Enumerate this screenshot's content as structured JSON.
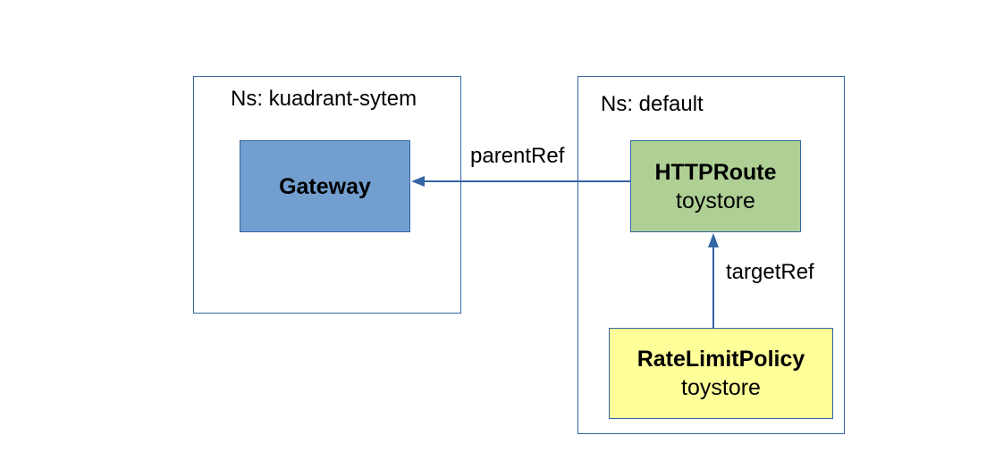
{
  "namespaces": {
    "left": {
      "label": "Ns: kuadrant-sytem"
    },
    "right": {
      "label": "Ns: default"
    }
  },
  "nodes": {
    "gateway": {
      "kind": "Gateway",
      "color": "#729fcf"
    },
    "httproute": {
      "kind": "HTTPRoute",
      "name": "toystore",
      "color": "#afd095"
    },
    "ratelimitpolicy": {
      "kind": "RateLimitPolicy",
      "name": "toystore",
      "color": "#ffff99"
    }
  },
  "edges": [
    {
      "from": "HTTPRoute",
      "to": "Gateway",
      "label": "parentRef"
    },
    {
      "from": "RateLimitPolicy",
      "to": "HTTPRoute",
      "label": "targetRef"
    }
  ],
  "colors": {
    "border": "#3465a4",
    "arrow": "#3465a4"
  }
}
